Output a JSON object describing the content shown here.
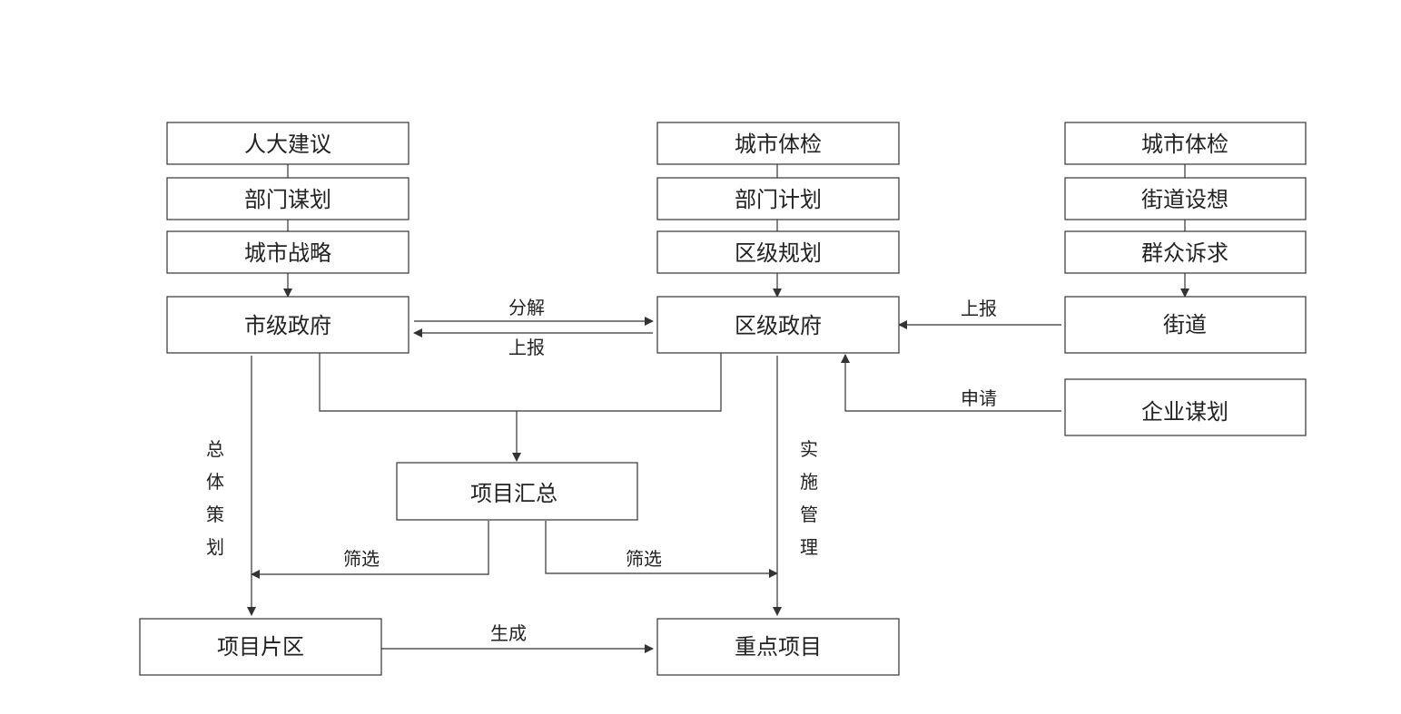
{
  "boxes": {
    "b1": "人大建议",
    "b2": "部门谋划",
    "b3": "城市战略",
    "city_gov": "市级政府",
    "c1": "城市体检",
    "c2": "部门计划",
    "c3": "区级规划",
    "district_gov": "区级政府",
    "r1": "城市体检",
    "r2": "街道设想",
    "r3": "群众诉求",
    "street": "街道",
    "enterprise": "企业谋划",
    "summary": "项目汇总",
    "area": "项目片区",
    "key": "重点项目"
  },
  "labels": {
    "decompose": "分解",
    "report_left": "上报",
    "report_right": "上报",
    "apply": "申请",
    "overall_planning": [
      "总",
      "体",
      "策",
      "划"
    ],
    "implementation": [
      "实",
      "施",
      "管",
      "理"
    ],
    "filter_left": "筛选",
    "filter_right": "筛选",
    "generate": "生成"
  },
  "colors": {
    "line": "#333333",
    "box_fill": "#ffffff"
  }
}
